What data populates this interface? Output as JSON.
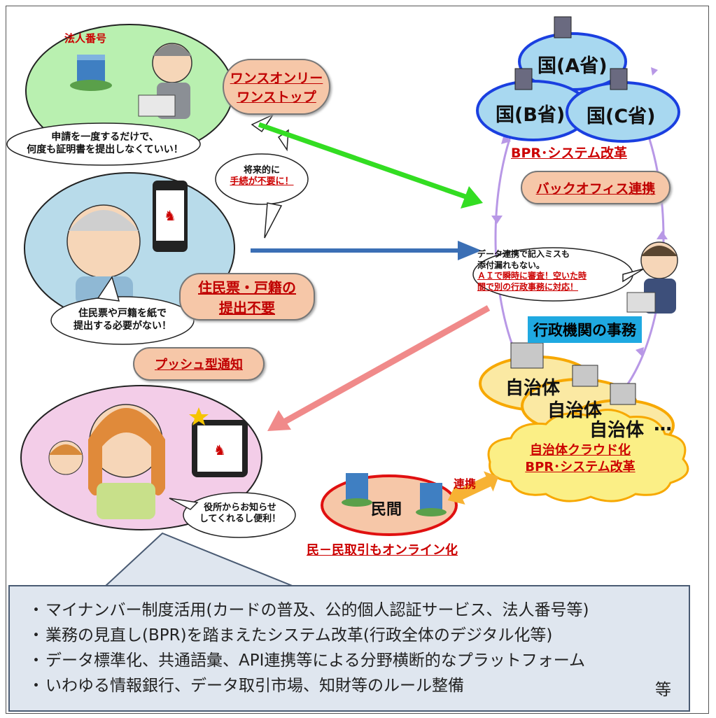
{
  "corporate": {
    "label": "法人番号",
    "speech_line1": "申請を一度するだけで、",
    "speech_line2": "何度も証明書を提出しなくていい！"
  },
  "once_only": {
    "line1": "ワンスオンリー",
    "line2": "ワンストップ"
  },
  "future": {
    "line1": "将来的に",
    "line2": "手続が不要に！"
  },
  "elder": {
    "speech_line1": "住民票や戸籍を紙で",
    "speech_line2": "提出する必要がない！"
  },
  "juminhyo": {
    "line1": "住民票・戸籍の",
    "line2": "提出不要"
  },
  "push": {
    "label": "プッシュ型通知"
  },
  "mother": {
    "speech_line1": "役所からお知らせ",
    "speech_line2": "してくれるし便利！"
  },
  "ministries": {
    "a": "国(A省)",
    "b": "国(B省)",
    "c": "国(C省)",
    "bpr": "BPR･システム改革"
  },
  "backoffice": {
    "label": "バックオフィス連携"
  },
  "admin_speech": {
    "line1": "データ連携で記入ミスも",
    "line2": "添付漏れもない。",
    "line3": "ＡＩで瞬時に審査！空いた時",
    "line4": "間で別の行政事務に対応！"
  },
  "admin": {
    "label": "行政機関の事務"
  },
  "municipalities": {
    "m1": "自治体",
    "m2": "自治体",
    "m3": "自治体",
    "ellipsis": "…"
  },
  "cloud": {
    "line1": "自治体クラウド化",
    "line2": "BPR･システム改革"
  },
  "private": {
    "label": "民間",
    "link": "連携",
    "caption": "民－民取引もオンライン化"
  },
  "summary": {
    "items": [
      "マイナンバー制度活用(カードの普及、公的個人認証サービス、法人番号等)",
      "業務の見直し(BPR)を踏まえたシステム改革(行政全体のデジタル化等)",
      "データ標準化、共通語彙、API連携等による分野横断的なプラットフォーム",
      "いわゆる情報銀行、データ取引市場、知財等のルール整備"
    ],
    "suffix": "等"
  },
  "colors": {
    "red_text": "#cc0000",
    "ministry_fill": "#a8d8f0",
    "ministry_border": "#1a3fe0",
    "muni_fill": "#fbe9a3",
    "muni_border": "#f7a800",
    "green_bubble": "#b9f0b0",
    "blue_bubble": "#b8dbea",
    "pink_bubble": "#f3cde8"
  }
}
